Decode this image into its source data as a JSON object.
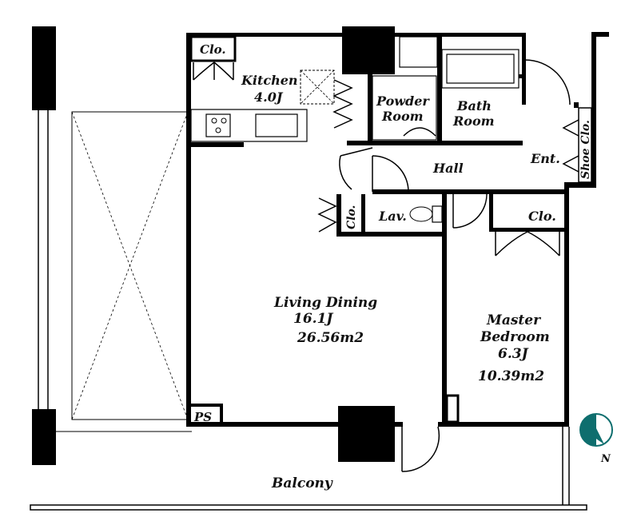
{
  "rooms": {
    "kitchen": {
      "name": "Kitchen",
      "size": "4.0J"
    },
    "closet_kitchen": "Clo.",
    "powder_room": [
      "Powder",
      "Room"
    ],
    "bath_room": [
      "Bath",
      "Room"
    ],
    "hall": "Hall",
    "entrance": "Ent.",
    "shoe_closet": "Shoe Clo.",
    "closet_lav": "Clo.",
    "lavatory": "Lav.",
    "closet_bedroom": "Clo.",
    "living_dining": {
      "name": "Living Dining",
      "size": "16.1J",
      "area": "26.56m2"
    },
    "master_bedroom": {
      "name_line1": "Master",
      "name_line2": "Bedroom",
      "size": "6.3J",
      "area": "10.39m2"
    },
    "ps": "PS",
    "balcony": "Balcony"
  },
  "compass": {
    "label": "N",
    "color": "#0e6e6e"
  }
}
